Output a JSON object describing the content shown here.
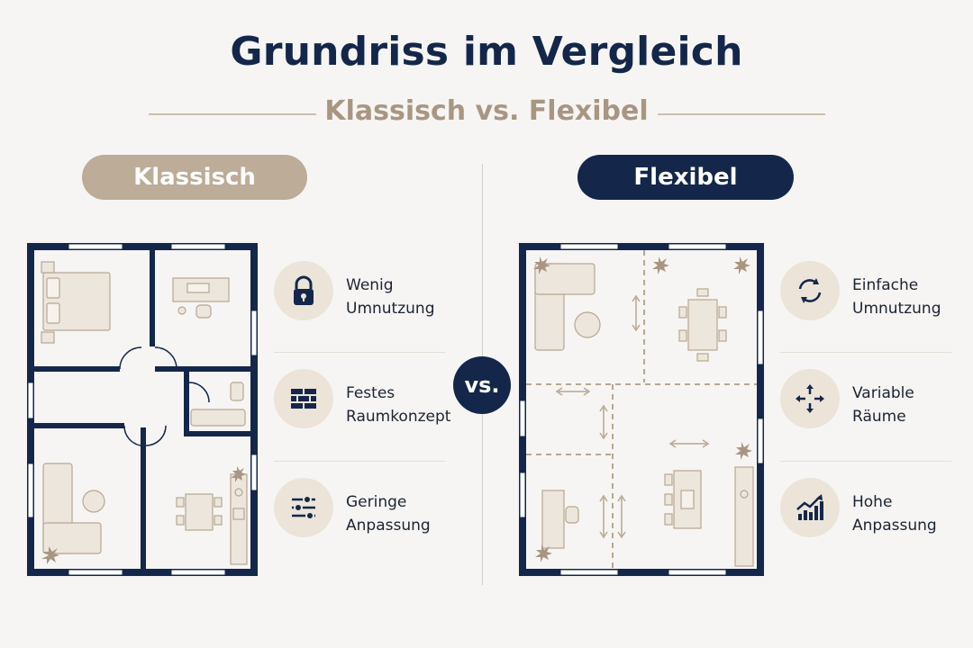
{
  "header": {
    "title": "Grundriss im Vergleich",
    "subtitle": "Klassisch vs. Flexibel"
  },
  "vs_label": "vs.",
  "colors": {
    "navy": "#14274a",
    "beige": "#bcac98",
    "tan": "#a89682",
    "icon_bg": "#ece4d9"
  },
  "classic": {
    "label": "Klassisch",
    "features": [
      {
        "icon": "lock-icon",
        "line1": "Wenig",
        "line2": "Umnutzung"
      },
      {
        "icon": "brick-wall-icon",
        "line1": "Festes",
        "line2": "Raumkonzept"
      },
      {
        "icon": "sliders-icon",
        "line1": "Geringe",
        "line2": "Anpassung"
      }
    ]
  },
  "flexible": {
    "label": "Flexibel",
    "features": [
      {
        "icon": "refresh-icon",
        "line1": "Einfache",
        "line2": "Umnutzung"
      },
      {
        "icon": "move-arrows-icon",
        "line1": "Variable",
        "line2": "Räume"
      },
      {
        "icon": "growth-chart-icon",
        "line1": "Hohe",
        "line2": "Anpassung"
      }
    ]
  }
}
